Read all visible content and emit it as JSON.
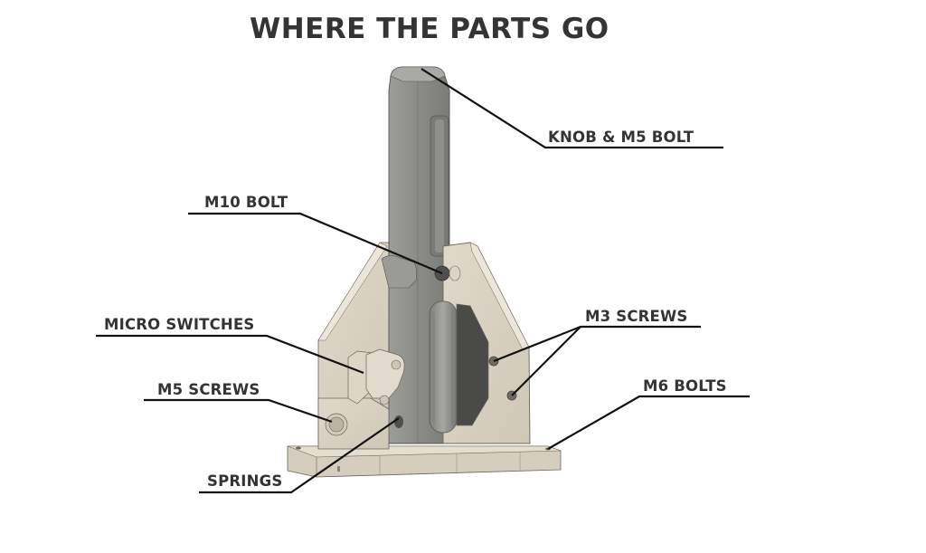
{
  "title": "WHERE THE PARTS GO",
  "colors": {
    "text": "#353432",
    "leader_line": "#111111",
    "housing": "#d9d2c3",
    "housing_shadow": "#bfb7a6",
    "lever": "#8e8f8b",
    "lever_dark": "#6f706c"
  },
  "labels": {
    "knob_m5_bolt": "KNOB & M5 BOLT",
    "m10_bolt": "M10 BOLT",
    "micro_switches": "MICRO SWITCHES",
    "m5_screws": "M5 SCREWS",
    "springs": "SPRINGS",
    "m3_screws": "M3 SCREWS",
    "m6_bolts": "M6 BOLTS"
  }
}
